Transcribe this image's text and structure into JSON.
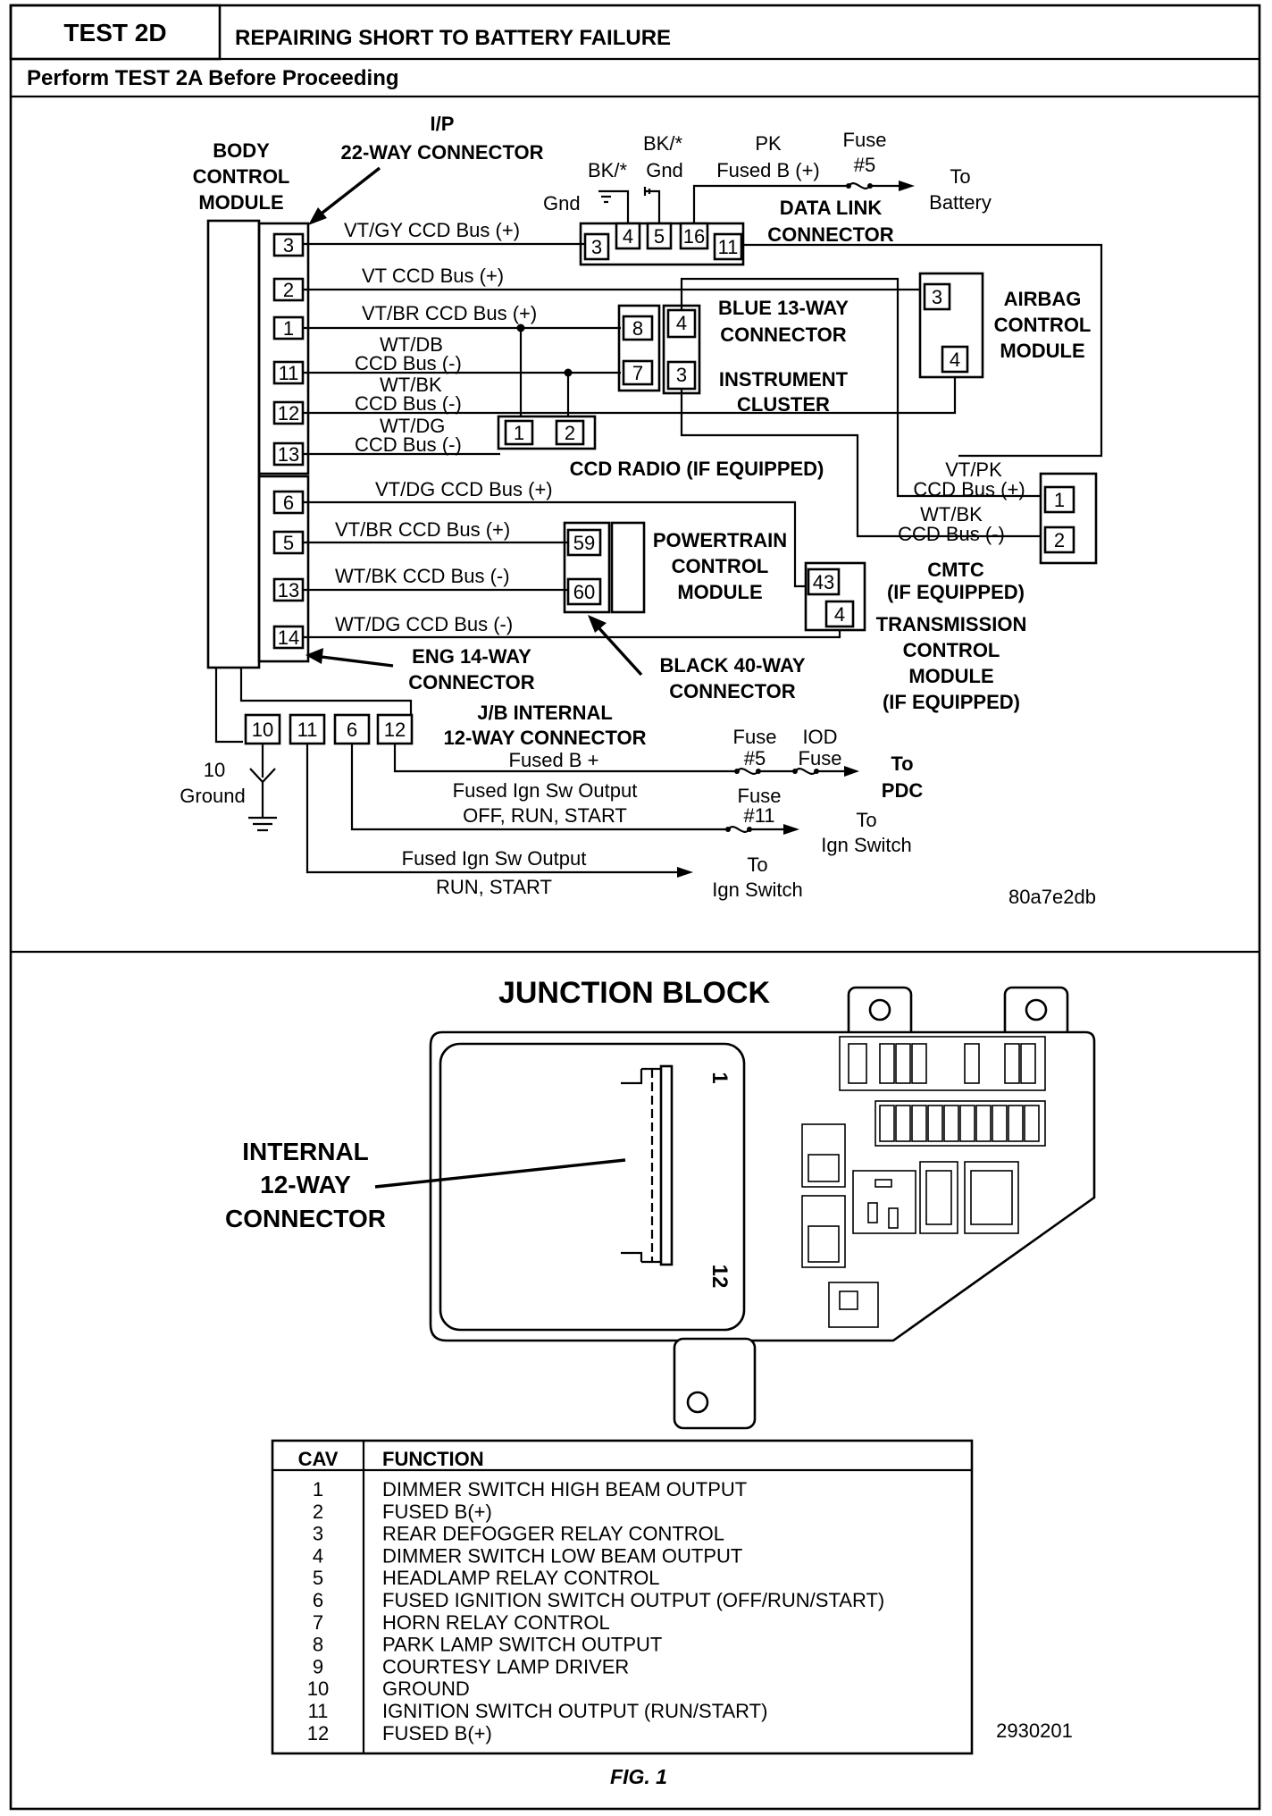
{
  "header": {
    "test_id": "TEST 2D",
    "title": "REPAIRING SHORT TO BATTERY FAILURE",
    "prerequisite": "Perform TEST 2A Before Proceeding"
  },
  "schematic": {
    "bcm_label": [
      "BODY",
      "CONTROL",
      "MODULE"
    ],
    "ip_connector_label": [
      "I/P",
      "22-WAY CONNECTOR"
    ],
    "bcm_pins_upper": [
      "3",
      "2",
      "1",
      "11",
      "12",
      "13"
    ],
    "bcm_pins_lower": [
      "6",
      "5",
      "13",
      "14"
    ],
    "wires": {
      "vt_gy": "VT/GY  CCD Bus (+)",
      "vt": "VT  CCD Bus (+)",
      "vt_br_top": "VT/BR  CCD Bus (+)",
      "wt_db": [
        "WT/DB",
        "CCD Bus (-)"
      ],
      "wt_bk_top": [
        "WT/BK",
        "CCD Bus (-)"
      ],
      "wt_dg_top": [
        "WT/DG",
        "CCD Bus (-)"
      ],
      "vt_dg": "VT/DG  CCD Bus (+)",
      "vt_br_bottom": "VT/BR  CCD Bus (+)",
      "wt_bk_bottom": "WT/BK  CCD Bus (-)",
      "wt_dg_bottom": "WT/DG  CCD Bus (-)",
      "vt_pk": [
        "VT/PK",
        "CCD Bus (+)"
      ],
      "wt_bk_cmtc": [
        "WT/BK",
        "CCD Bus (-)"
      ]
    },
    "ground_labels": {
      "gnd": "Gnd",
      "bk1": "BK/*",
      "bk2": [
        "BK/*",
        "Gnd"
      ]
    },
    "pk_label": [
      "PK",
      "Fused B (+)"
    ],
    "fuse5_top": [
      "Fuse",
      "#5"
    ],
    "to_battery": [
      "To",
      "Battery"
    ],
    "data_link": {
      "label": [
        "DATA LINK",
        "CONNECTOR"
      ],
      "pins": [
        "3",
        "4",
        "5",
        "16",
        "11"
      ]
    },
    "blue_connector": {
      "label": [
        "BLUE 13-WAY",
        "CONNECTOR"
      ],
      "pins_left": [
        "8",
        "7"
      ],
      "pins_right": [
        "4",
        "3"
      ]
    },
    "instrument_cluster": [
      "INSTRUMENT",
      "CLUSTER"
    ],
    "airbag": {
      "label": [
        "AIRBAG",
        "CONTROL",
        "MODULE"
      ],
      "pins": [
        "3",
        "4"
      ]
    },
    "ccd_radio": {
      "label": "CCD RADIO (IF EQUIPPED)",
      "pins": [
        "1",
        "2"
      ]
    },
    "cmtc": {
      "label": [
        "CMTC",
        "(IF EQUIPPED)"
      ],
      "pins": [
        "1",
        "2"
      ]
    },
    "powertrain": {
      "label": [
        "POWERTRAIN",
        "CONTROL",
        "MODULE"
      ],
      "pins": [
        "59",
        "60"
      ]
    },
    "tcm": {
      "label": [
        "TRANSMISSION",
        "CONTROL",
        "MODULE",
        "(IF EQUIPPED)"
      ],
      "pins": [
        "43",
        "4"
      ]
    },
    "eng_connector": [
      "ENG 14-WAY",
      "CONNECTOR"
    ],
    "black_connector": [
      "BLACK 40-WAY",
      "CONNECTOR"
    ],
    "jb_connector": {
      "label": [
        "J/B INTERNAL",
        "12-WAY CONNECTOR"
      ],
      "pins": [
        "10",
        "11",
        "6",
        "12"
      ]
    },
    "ground": [
      "10",
      "Ground"
    ],
    "fused_b": "Fused B +",
    "fuse5_bottom": [
      "Fuse",
      "#5"
    ],
    "iod_fuse": [
      "IOD",
      "Fuse"
    ],
    "to_pdc": [
      "To",
      "PDC"
    ],
    "ign_off_run_start": [
      "Fused Ign Sw Output",
      "OFF, RUN, START"
    ],
    "fuse11": [
      "Fuse",
      "#11"
    ],
    "to_ign_1": [
      "To",
      "Ign Switch"
    ],
    "ign_run_start": [
      "Fused Ign Sw Output",
      "RUN, START"
    ],
    "to_ign_2": [
      "To",
      "Ign Switch"
    ],
    "figure_code": "80a7e2db"
  },
  "junction_block": {
    "title": "JUNCTION BLOCK",
    "connector_label": [
      "INTERNAL",
      "12-WAY",
      "CONNECTOR"
    ],
    "pin_marks": [
      "1",
      "12"
    ],
    "figure_code": "2930201"
  },
  "cav_table": {
    "headers": [
      "CAV",
      "FUNCTION"
    ],
    "rows": [
      [
        "1",
        "DIMMER SWITCH HIGH BEAM OUTPUT"
      ],
      [
        "2",
        "FUSED B(+)"
      ],
      [
        "3",
        "REAR DEFOGGER RELAY CONTROL"
      ],
      [
        "4",
        "DIMMER SWITCH LOW BEAM OUTPUT"
      ],
      [
        "5",
        "HEADLAMP RELAY CONTROL"
      ],
      [
        "6",
        "FUSED IGNITION SWITCH OUTPUT (OFF/RUN/START)"
      ],
      [
        "7",
        "HORN RELAY CONTROL"
      ],
      [
        "8",
        "PARK LAMP SWITCH OUTPUT"
      ],
      [
        "9",
        "COURTESY LAMP DRIVER"
      ],
      [
        "10",
        "GROUND"
      ],
      [
        "11",
        "IGNITION SWITCH OUTPUT (RUN/START)"
      ],
      [
        "12",
        "FUSED B(+)"
      ]
    ]
  },
  "caption": "FIG. 1"
}
